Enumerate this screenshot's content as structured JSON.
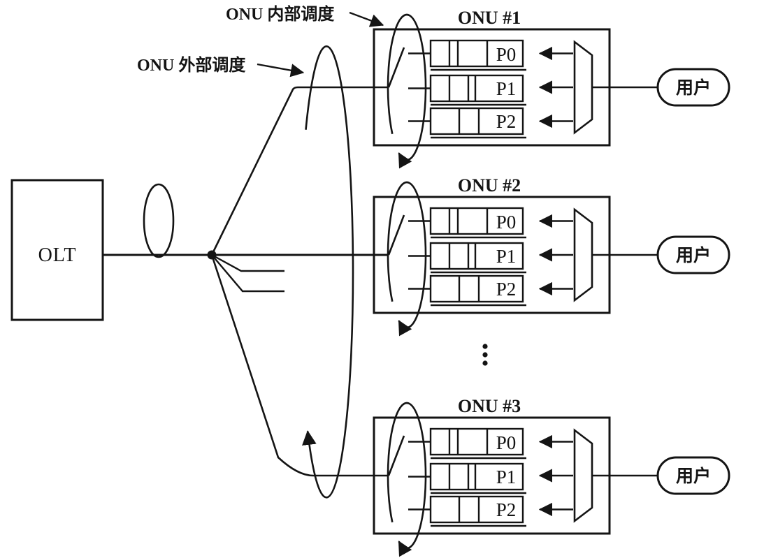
{
  "labels": {
    "internal_scheduling": "ONU 内部调度",
    "external_scheduling": "ONU 外部调度"
  },
  "olt": {
    "label": "OLT"
  },
  "onus": [
    {
      "title": "ONU #1",
      "queues": [
        "P0",
        "P1",
        "P2"
      ],
      "user_label": "用户"
    },
    {
      "title": "ONU #2",
      "queues": [
        "P0",
        "P1",
        "P2"
      ],
      "user_label": "用户"
    },
    {
      "title": "ONU #3",
      "queues": [
        "P0",
        "P1",
        "P2"
      ],
      "user_label": "用户"
    }
  ],
  "separator": {
    "type": "vertical-ellipsis-more-onus"
  },
  "colors": {
    "ink": "#141414",
    "background": "#ffffff"
  }
}
